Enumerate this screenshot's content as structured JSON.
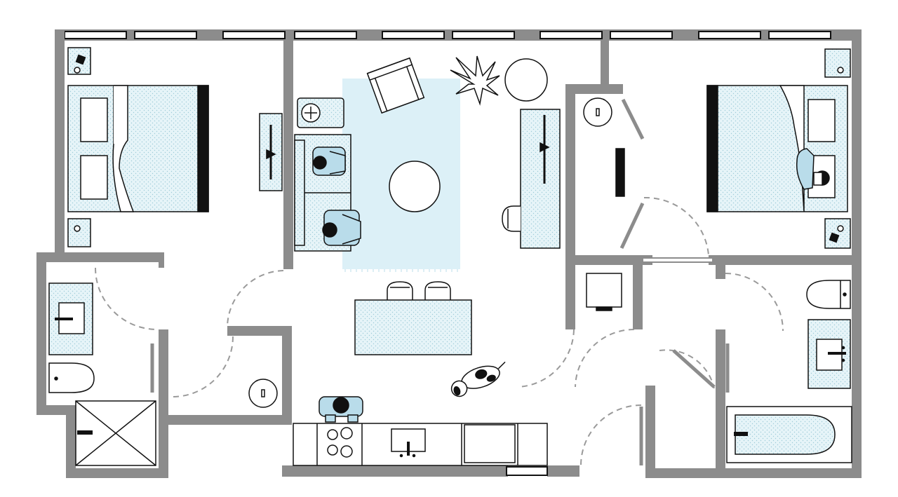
{
  "plan": {
    "rooms": [
      "bedroom-left",
      "bathroom-left",
      "living-room",
      "kitchen",
      "closet",
      "bedroom-right",
      "bathroom-right",
      "hallway"
    ],
    "colors": {
      "wall": "#8c8c8c",
      "furniture_fill": "#e6f4f8",
      "rug": "#dcf0f7",
      "line": "#1a1a1a",
      "person": "#b9dcea",
      "hair": "#111111",
      "door_arc": "#9a9a9a"
    },
    "occupants": {
      "people": 4,
      "pets": 1
    }
  }
}
